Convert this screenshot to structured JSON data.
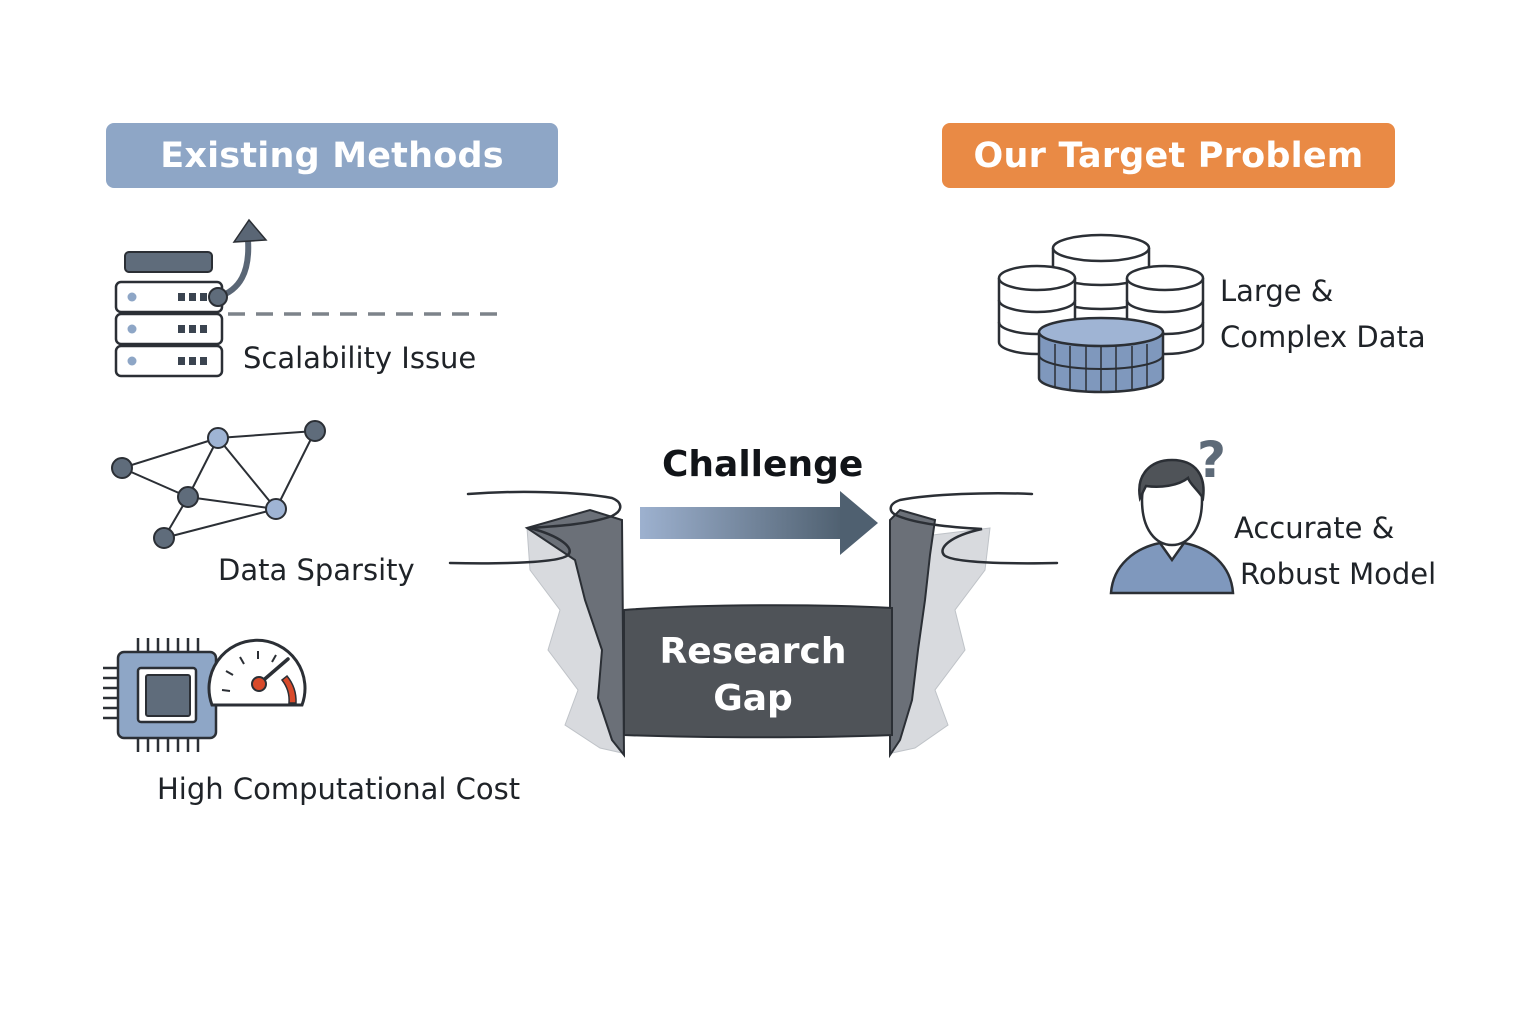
{
  "left_panel": {
    "title": "Existing Methods",
    "items": [
      {
        "label": "Scalability Issue",
        "icon": "server-scale-icon"
      },
      {
        "label": "Data Sparsity",
        "icon": "sparse-network-icon"
      },
      {
        "label": "High Computational Cost",
        "icon": "cpu-gauge-icon"
      }
    ]
  },
  "right_panel": {
    "title": "Our Target Problem",
    "items": [
      {
        "label_line1": "Large &",
        "label_line2": "Complex Data",
        "icon": "database-stack-icon"
      },
      {
        "label_line1": "Accurate &",
        "label_line2": "Robust Model",
        "icon": "user-question-icon"
      }
    ]
  },
  "center": {
    "arrow_label": "Challenge",
    "gap_line1": "Research",
    "gap_line2": "Gap"
  },
  "colors": {
    "left_header": "#8ea6c6",
    "right_header": "#e98a45",
    "accent_blue": "#7f98bd",
    "dark_slate": "#5d6a78",
    "gap_dark": "#4f5358",
    "gauge_red": "#d84a2b"
  }
}
